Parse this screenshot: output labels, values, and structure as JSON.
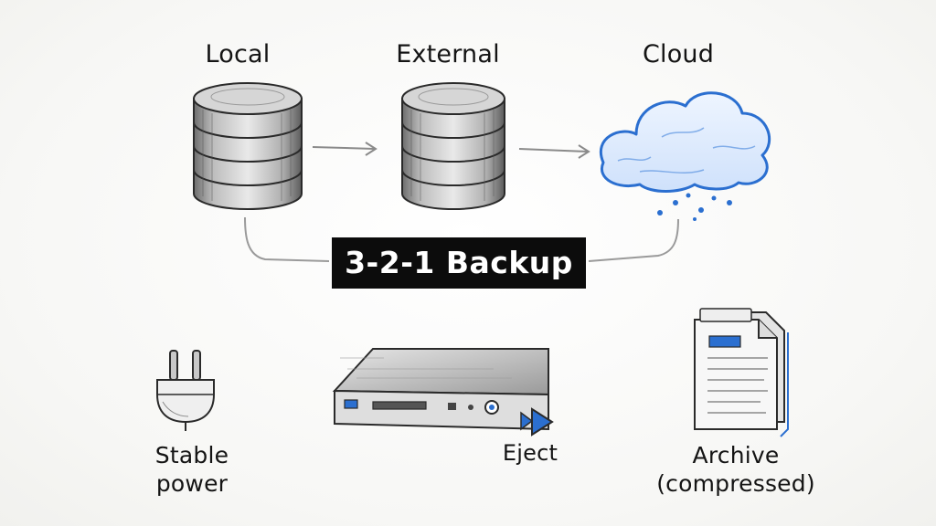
{
  "diagram": {
    "title": "3-2-1 Backup",
    "storage_locations": [
      {
        "label": "Local",
        "icon": "database-icon"
      },
      {
        "label": "External",
        "icon": "database-icon"
      },
      {
        "label": "Cloud",
        "icon": "cloud-icon"
      }
    ],
    "tips": [
      {
        "label_line1": "Stable",
        "label_line2": "power",
        "icon": "power-plug-icon"
      },
      {
        "label": "Eject",
        "icon": "external-drive-icon"
      },
      {
        "label_line1": "Archive",
        "label_line2": "(compressed)",
        "icon": "archive-file-icon"
      }
    ],
    "colors": {
      "ink": "#2a2a2a",
      "cloud_blue": "#2b6fd0",
      "title_background": "#0c0c0c",
      "title_text": "#ffffff"
    }
  }
}
